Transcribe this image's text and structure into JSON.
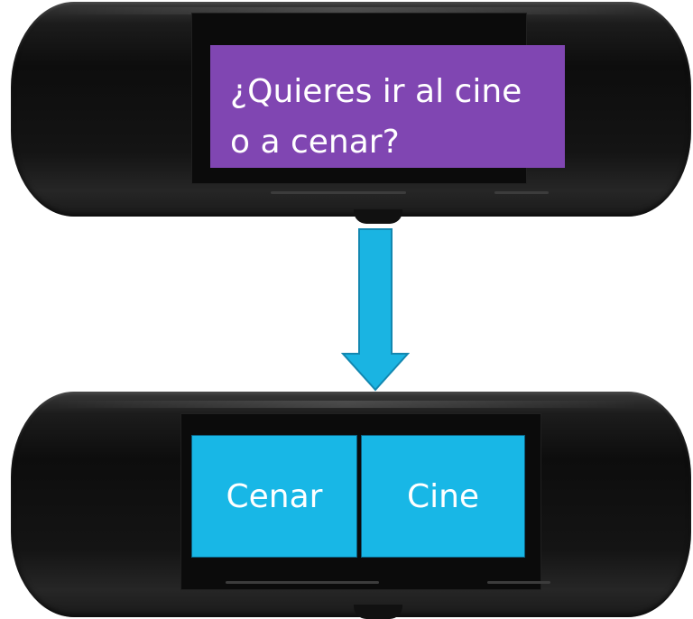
{
  "prompt": {
    "lines": [
      "¿Quieres ir al cine",
      "o a cenar?"
    ],
    "color": "#8046b2"
  },
  "options": [
    {
      "label": "Cenar",
      "color": "#18b7e6"
    },
    {
      "label": "Cine",
      "color": "#18b7e6"
    }
  ],
  "arrow": {
    "icon": "arrow-down-icon",
    "color": "#1ab4e2"
  }
}
